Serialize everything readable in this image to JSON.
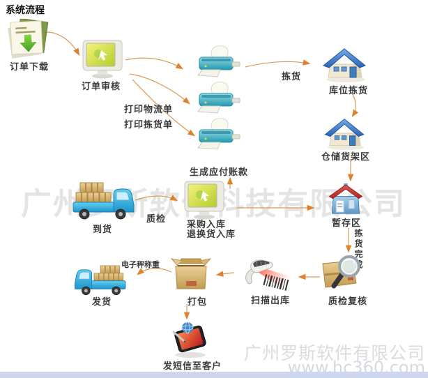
{
  "title": "系统流程",
  "watermarks": {
    "center": "广州罗斯软件科技有限公司",
    "company": "广州罗斯软件有限公司",
    "url": "www.hc360.com"
  },
  "nodes": {
    "order_download": {
      "label": "订单下载"
    },
    "order_review": {
      "label": "订单审核"
    },
    "location_picking": {
      "label": "库位拣货"
    },
    "warehouse_shelf": {
      "label": "仓储货架区"
    },
    "staging_area": {
      "label": "暂存区"
    },
    "inbound_computer": {
      "line1": "采购入库",
      "line2": "退换货入库"
    },
    "arrival": {
      "label": "到货"
    },
    "qc_review": {
      "label": "质检复核"
    },
    "scan_outbound": {
      "label": "扫描出库"
    },
    "packing": {
      "label": "打包"
    },
    "shipping": {
      "label": "发货"
    },
    "send_sms": {
      "label": "发短信至客户"
    }
  },
  "edges": {
    "picking": "拣货",
    "quality_check": "质检",
    "picking_done": "拣货完成",
    "weighing": "电子秤称重"
  },
  "annotations": {
    "print_logistics": "打印物流单",
    "print_picking": "打印拣货单",
    "generate_payable": "生成应付账款"
  },
  "colors": {
    "arrow": "#dd8f3d",
    "label_text": "#3a3a3a",
    "watermark": "#e4e4e4",
    "bottom_bar": "#cdd7ee"
  }
}
